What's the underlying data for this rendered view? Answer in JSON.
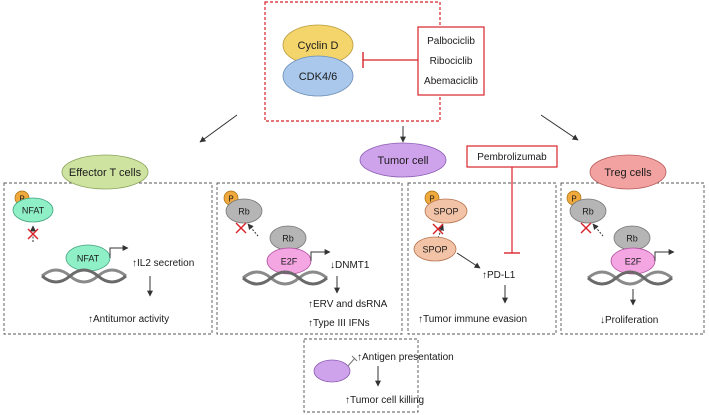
{
  "top": {
    "cyclin": "Cyclin D",
    "cdk": "CDK4/6",
    "drugs": [
      "Palbociclib",
      "Ribociclib",
      "Abemaciclib"
    ]
  },
  "effector": {
    "title": "Effector T cells",
    "p": "P",
    "nfat_top": "NFAT",
    "nfat_bottom": "NFAT",
    "out1": "↑IL2 secretion",
    "out2": "↑Antitumor activity"
  },
  "tumor": {
    "title": "Tumor cell",
    "p": "P",
    "rb_top": "Rb",
    "rb_bottom": "Rb",
    "e2f": "E2F",
    "dnmt": "↓DNMT1",
    "erv": "↑ERV and dsRNA",
    "ifn": "↑Type III IFNs"
  },
  "pd": {
    "drug": "Pembrolizumab",
    "p": "P",
    "spop_top": "SPOP",
    "spop_bottom": "SPOP",
    "pdl1": "↑PD-L1",
    "evasion": "↑Tumor immune evasion"
  },
  "treg": {
    "title": "Treg cells",
    "p": "P",
    "rb_top": "Rb",
    "rb_bottom": "Rb",
    "e2f": "E2F",
    "out": "↓Proliferation"
  },
  "antigen": {
    "line1": "↑Antigen presentation",
    "line2": "↑Tumor cell killing"
  },
  "colors": {
    "red": "#d8232a",
    "cyclin": "#f4d56b",
    "cdk": "#a9c8ec",
    "effector": "#cfe3a1",
    "tumor": "#cfa2ec",
    "treg": "#f2a3a1",
    "nfat": "#8ff0c8",
    "gray": "#b5b5b5",
    "e2f": "#f3a6e2",
    "spop": "#f2c3a7",
    "p": "#f0a93c"
  }
}
